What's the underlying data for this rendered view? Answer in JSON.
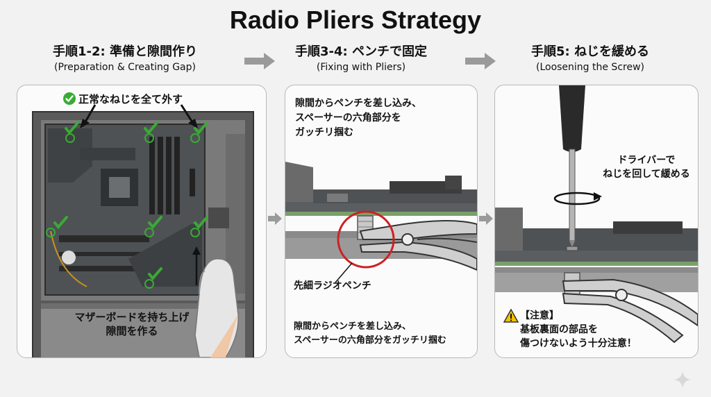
{
  "title": "Radio Pliers Strategy",
  "steps": [
    {
      "heading": "手順1-2: 準備と隙間作り",
      "subheading": "(Preparation & Creating Gap)",
      "note_top": "正常なねじを全て外す",
      "note_bottom_1": "マザーボードを持ち上げ",
      "note_bottom_2": "隙間を作る"
    },
    {
      "heading": "手順3-4: ペンチで固定",
      "subheading": "(Fixing with Pliers)",
      "note_top_1": "隙間からペンチを差し込み、",
      "note_top_2": "スペーサーの六角部分を",
      "note_top_3": "ガッチリ掴む",
      "callout": "先細ラジオペンチ",
      "note_bottom_1": "隙間からペンチを差し込み、",
      "note_bottom_2": "スペーサーの六角部分をガッチリ掴む"
    },
    {
      "heading": "手順5: ねじを緩める",
      "subheading": "(Loosening the Screw)",
      "note_top_1": "ドライバーで",
      "note_top_2": "ねじを回して緩める",
      "warning_title": "【注意】",
      "warning_1": "基板裏面の部品を",
      "warning_2": "傷つけないよう十分注意！"
    }
  ],
  "colors": {
    "check": "#3aaa35",
    "callout_ring": "#cc2222",
    "warning": "#f2c200",
    "board": "#55595b",
    "case": "#6a6a6a"
  },
  "icons": [
    "check-icon",
    "warning-icon",
    "rotation-arrow-icon",
    "next-arrow-icon",
    "sparkle-icon"
  ]
}
